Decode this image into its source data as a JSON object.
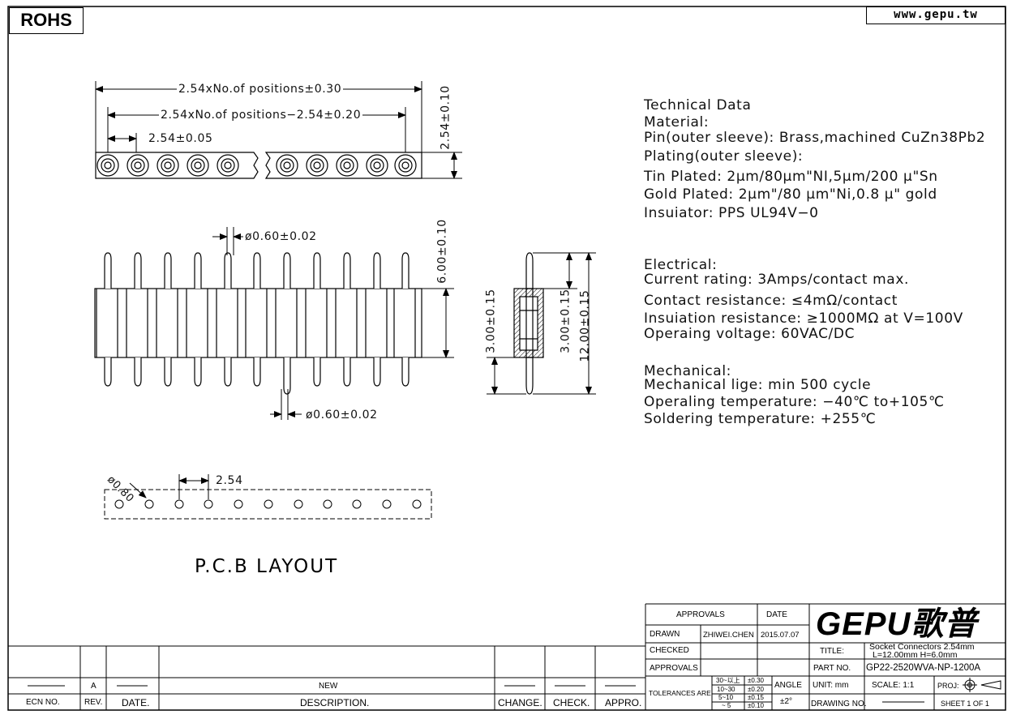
{
  "header": {
    "rohs": "ROHS",
    "website": "www.gepu.tw"
  },
  "dims": {
    "total_length": "2.54xNo.of positions±0.30",
    "inner_length": "2.54xNo.of positions−2.54±0.20",
    "pitch_tol": "2.54±0.05",
    "body_height_top": "2.54±0.10",
    "pin_dia_top": "ø0.60±0.02",
    "pin_dia_bottom": "ø0.60±0.02",
    "insulator_height": "6.00±0.10",
    "side_left": "3.00±0.15",
    "side_mid": "3.00±0.15",
    "side_total": "12.00±0.15",
    "pcb_hole": "ø0.80",
    "pcb_pitch": "2.54"
  },
  "pcb_label": "P.C.B LAYOUT",
  "technical": {
    "heading": "Technical Data",
    "material": "Material:",
    "pin": "Pin(outer sleeve): Brass,machined CuZn38Pb2",
    "plating": "Plating(outer sleeve):",
    "tin": "Tin Plated: 2μm/80μm\"NI,5μm/200 μ\"Sn",
    "gold": "Gold Plated: 2μm\"/80 μm\"Ni,0.8 μ\" gold",
    "insulator": "Insuiator: PPS UL94V−0"
  },
  "electrical": {
    "heading": "Electrical:",
    "current": "Current rating: 3Amps/contact max.",
    "contact": "Contact resistance: ≤4mΩ/contact",
    "insulation": "Insuiation resistance: ≥1000MΩ at V=100V",
    "voltage": "Operaing voltage: 60VAC/DC"
  },
  "mechanical": {
    "heading": "Mechanical:",
    "life": "Mechanical lige: min 500 cycle",
    "temp": "Operaling temperature: −40℃ to+105℃",
    "solder": "Soldering temperature: +255℃"
  },
  "title_block": {
    "approvals_header": "APPROVALS",
    "date_header": "DATE",
    "drawn": "DRAWN",
    "drawn_by": "ZHIWEI.CHEN",
    "drawn_date": "2015.07.07",
    "checked": "CHECKED",
    "approvals": "APPROVALS",
    "tolerances": "TOLERANCES ARE",
    "tol_ranges": [
      "30~以上",
      "10~30",
      "5~10",
      "~ 5"
    ],
    "tol_values": [
      "±0.30",
      "±0.20",
      "±0.15",
      "±0.10"
    ],
    "angle": "ANGLE",
    "angle_value": "±2°",
    "logo": "GEPU歌普",
    "title_label": "TITLE:",
    "title_line1": "Socket Connectors 2.54mm",
    "title_line2": "L=12.00mm H=6.0mm",
    "part_label": "PART NO.",
    "part_no": "GP22-2520WVA-NP-1200A",
    "unit": "UNIT: mm",
    "scale": "SCALE: 1:1",
    "proj": "PROJ:",
    "drawing_no": "DRAWING NO.",
    "sheet": "SHEET 1 OF 1"
  },
  "revision": {
    "ecn": "ECN NO.",
    "rev": "REV.",
    "date": "DATE.",
    "description": "DESCRIPTION.",
    "change": "CHANGE.",
    "check": "CHECK.",
    "appro": "APPRO.",
    "row_rev": "A",
    "row_desc": "NEW"
  }
}
